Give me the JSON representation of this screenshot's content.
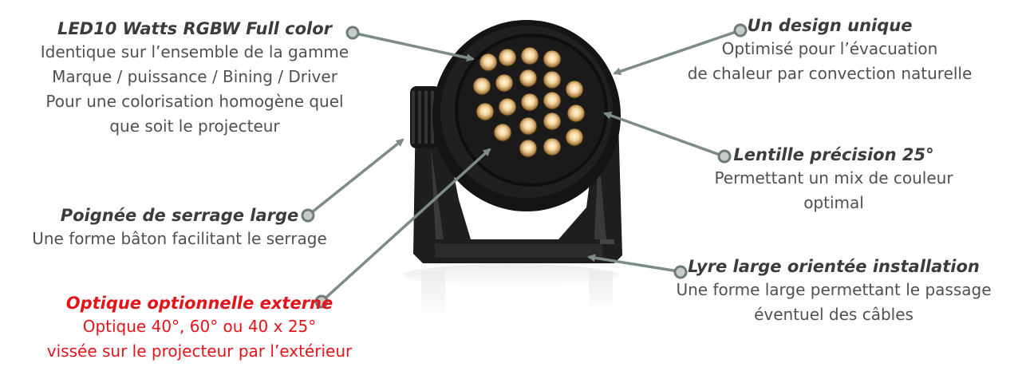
{
  "callouts": {
    "led": {
      "title": "LED10 Watts RGBW Full color",
      "lines": [
        "Identique sur l’ensemble de la gamme",
        "Marque / puissance / Bining / Driver",
        "Pour une colorisation homogène quel",
        "que soit le projecteur"
      ]
    },
    "design": {
      "title": "Un design unique",
      "lines": [
        "Optimisé pour l’évacuation",
        "de chaleur par convection naturelle"
      ]
    },
    "lens": {
      "title": "Lentille précision 25°",
      "lines": [
        "Permettant un mix de couleur",
        "optimal"
      ]
    },
    "handle": {
      "title": "Poignée de serrage large",
      "lines": [
        "Une forme bâton facilitant le serrage"
      ]
    },
    "lyre": {
      "title": "Lyre large orientée installation",
      "lines": [
        "Une forme large permettant le passage",
        "éventuel des câbles"
      ]
    },
    "optic": {
      "title": "Optique optionnelle externe",
      "lines": [
        "Optique 40°, 60° ou 40 x 25°",
        "vissée sur le projecteur par l’extérieur"
      ],
      "color": "#e4141b"
    }
  },
  "colors": {
    "arrow": "#7d8c89",
    "text": "#505050",
    "highlight": "#e4141b",
    "led": "#f2c98a"
  }
}
